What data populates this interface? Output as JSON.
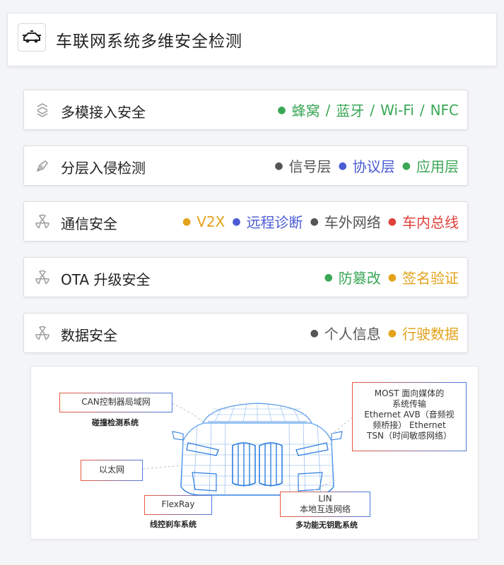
{
  "header": {
    "title": "车联网系统多维安全检测",
    "logo_icon": "car-shield-icon"
  },
  "cards": [
    {
      "label": "多模接入安全",
      "icon": "layers-icon",
      "tags": {
        "items": [
          "蜂窝",
          "蓝牙",
          "Wi-Fi",
          "NFC"
        ],
        "color": "#3aa756",
        "separator": "/"
      }
    },
    {
      "label": "分层入侵检测",
      "icon": "pen-nib-icon",
      "tags": [
        {
          "text": "信号层",
          "color": "#555555"
        },
        {
          "text": "协议层",
          "color": "#4a5bd4"
        },
        {
          "text": "应用层",
          "color": "#3aa756"
        }
      ]
    },
    {
      "label": "通信安全",
      "icon": "radiation-icon",
      "tags": [
        {
          "text": "V2X",
          "color": "#e3a21a"
        },
        {
          "text": "远程诊断",
          "color": "#4a5bd4"
        },
        {
          "text": "车外网络",
          "color": "#555555"
        },
        {
          "text": "车内总线",
          "color": "#e0403a"
        }
      ]
    },
    {
      "label": "OTA 升级安全",
      "icon": "radiation-icon",
      "tags": [
        {
          "text": "防篡改",
          "color": "#3aa756"
        },
        {
          "text": "签名验证",
          "color": "#e3a21a"
        }
      ]
    },
    {
      "label": "数据安全",
      "icon": "radiation-icon",
      "tags": [
        {
          "text": "个人信息",
          "color": "#555555"
        },
        {
          "text": "行驶数据",
          "color": "#e3a21a"
        }
      ]
    }
  ],
  "diagram": {
    "can": {
      "label": "CAN控制器局域网",
      "sub": "碰撞检测系统"
    },
    "ethernet": {
      "label": "以太网"
    },
    "flexray": {
      "label": "FlexRay",
      "sub": "线控刹车系统"
    },
    "most": {
      "line1": "MOST 面向媒体的",
      "line2": "系统传输",
      "line3": "Ethernet AVB（音频视",
      "line4": "频桥接） Ethernet",
      "line5": "TSN（时间敏感网络）"
    },
    "lin": {
      "line1": "LIN",
      "line2": "本地互连网络",
      "sub": "多功能无钥匙系统"
    },
    "colors": {
      "border_start": "#e8583a",
      "border_end": "#4b7be0",
      "car": "#2f7fe0"
    }
  }
}
